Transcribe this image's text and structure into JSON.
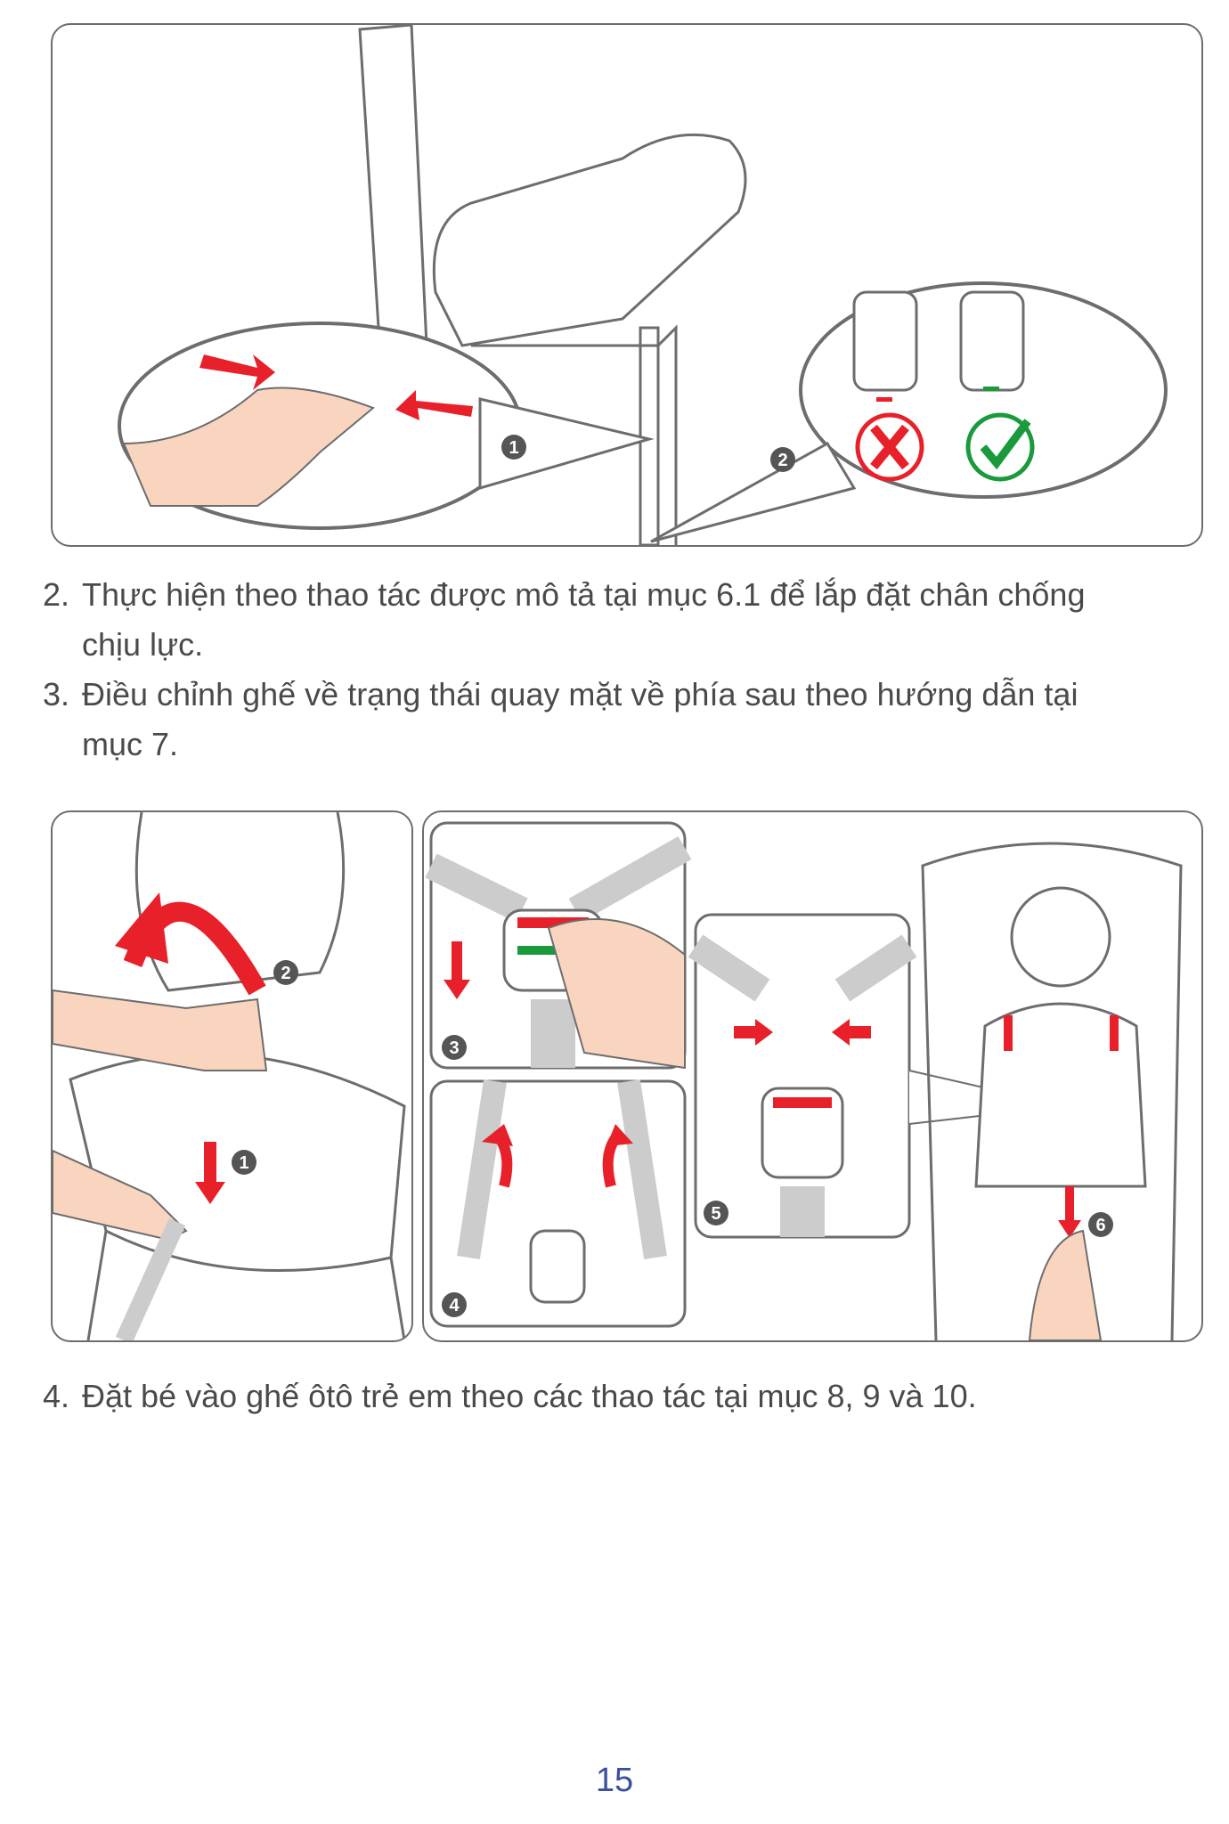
{
  "figure1": {
    "badges": [
      "1",
      "2"
    ]
  },
  "steps": [
    {
      "number": "2.",
      "line1": "Thực hiện theo thao tác được mô tả tại mục 6.1 để lắp đặt chân chống",
      "line2": "chịu lực."
    },
    {
      "number": "3.",
      "line1": "Điều chỉnh ghế về trạng thái quay mặt về phía sau theo hướng dẫn tại",
      "line2": "mục 7."
    },
    {
      "number": "4.",
      "line1": "Đặt bé vào ghế ôtô trẻ em theo các thao tác tại mục 8, 9 và 10."
    }
  ],
  "figure2": {
    "badges": [
      "1",
      "2",
      "3",
      "4",
      "5",
      "6"
    ]
  },
  "page_number": "15",
  "colors": {
    "arrow": "#e8202a",
    "ok": "#1a9a3c",
    "line": "#6d6d6d",
    "skin": "#f9d5bf",
    "page_number": "#3c4fa0"
  }
}
